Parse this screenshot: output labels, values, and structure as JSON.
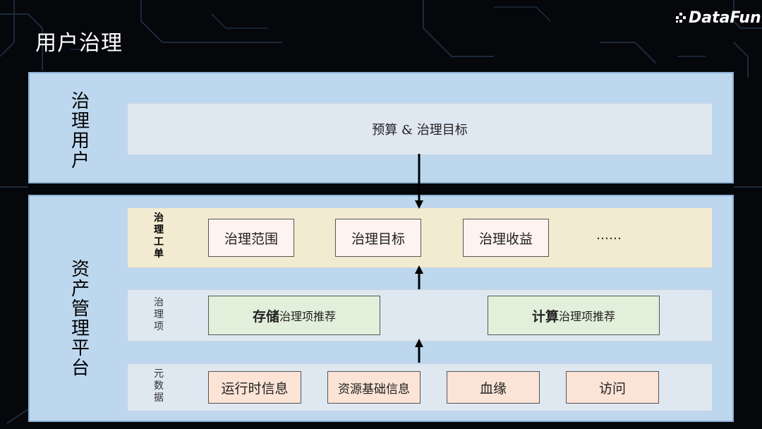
{
  "slide": {
    "title": "用户治理"
  },
  "logo": {
    "text": "DataFun."
  },
  "governance_users": {
    "label": "治理用户",
    "item": "预算 & 治理目标"
  },
  "asset_platform": {
    "label": "资产管理平台",
    "work_order": {
      "label": "治理工单",
      "items": [
        "治理范围",
        "治理目标",
        "治理收益",
        "……"
      ]
    },
    "governance_items": {
      "label": "治理项",
      "items": [
        {
          "bold": "存储",
          "rest": "治理项推荐"
        },
        {
          "bold": "计算",
          "rest": "治理项推荐"
        }
      ]
    },
    "metadata": {
      "label": "元数据",
      "items": [
        "运行时信息",
        "资源基础信息",
        "血缘",
        "访问"
      ]
    }
  },
  "colors": {
    "panel": "#bdd7ee",
    "work_order_bg": "#f3ebd1",
    "layer_bg": "#dfe7f1",
    "green_box": "#e2efda",
    "peach_box": "#fbe3d5",
    "white_box": "#fdf3f0"
  }
}
